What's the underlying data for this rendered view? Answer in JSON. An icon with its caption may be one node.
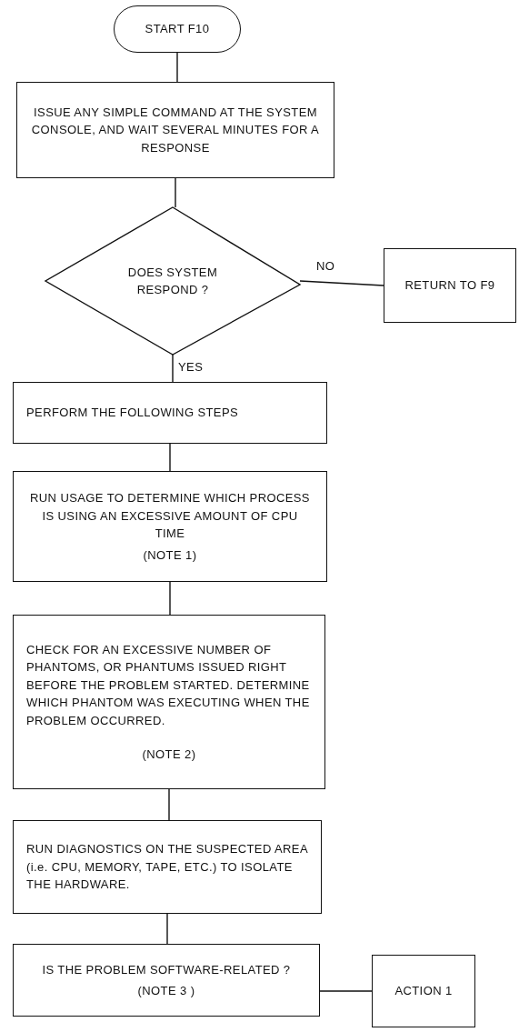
{
  "diagram": {
    "nodes": [
      {
        "text": [
          "START F10"
        ]
      },
      {
        "text": [
          "ISSUE ANY SIMPLE COMMAND AT THE SYSTEM CONSOLE, AND WAIT SEVERAL MINUTES FOR A RESPONSE"
        ]
      },
      {
        "text": [
          "DOES SYSTEM RESPOND ?"
        ]
      },
      {
        "text": [
          "RETURN TO F9"
        ]
      },
      {
        "text": [
          "PERFORM THE FOLLOWING STEPS"
        ]
      },
      {
        "text": [
          "RUN USAGE TO DETERMINE WHICH PROCESS IS USING AN EXCESSIVE AMOUNT OF CPU TIME",
          "(NOTE 1)"
        ]
      },
      {
        "text": [
          "CHECK FOR AN EXCESSIVE NUMBER OF PHANTOMS, OR PHANTUMS ISSUED RIGHT BEFORE THE PROBLEM STARTED. DETERMINE WHICH PHANTOM WAS EXECUTING WHEN THE PROBLEM OCCURRED.",
          "(NOTE 2)"
        ]
      },
      {
        "text": [
          "RUN DIAGNOSTICS ON THE SUSPECTED AREA (i.e. CPU, MEMORY, TAPE, ETC.) TO ISOLATE THE HARDWARE."
        ]
      },
      {
        "text": [
          "IS THE PROBLEM SOFTWARE-RELATED ?",
          "(NOTE 3 )"
        ]
      },
      {
        "text": [
          "ACTION 1"
        ]
      }
    ],
    "edges": [
      {
        "from": 0,
        "to": 1,
        "arrow": "none"
      },
      {
        "from": 1,
        "to": 2,
        "arrow": "none"
      },
      {
        "from": 2,
        "to": 3,
        "arrow": "none",
        "label": "NO"
      },
      {
        "from": 2,
        "to": 4,
        "arrow": "none",
        "label": "YES"
      },
      {
        "from": 4,
        "to": 5,
        "arrow": "none"
      },
      {
        "from": 5,
        "to": 6,
        "arrow": "none"
      },
      {
        "from": 6,
        "to": 7,
        "arrow": "none"
      },
      {
        "from": 7,
        "to": 8,
        "arrow": "none"
      },
      {
        "from": 8,
        "to": 9,
        "arrow": "none"
      }
    ]
  }
}
